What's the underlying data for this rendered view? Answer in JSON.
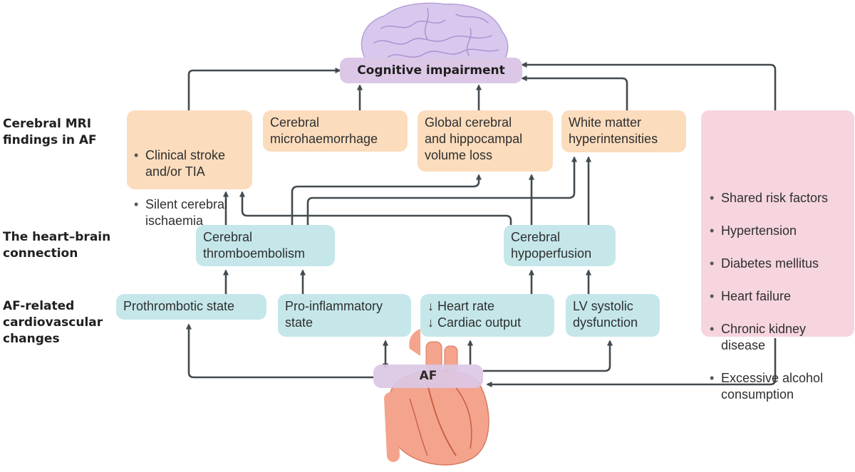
{
  "row_labels": {
    "mri": "Cerebral MRI\nfindings in AF",
    "heart_brain": "The heart–brain\nconnection",
    "af_changes": "AF-related\ncardiovascular\nchanges"
  },
  "top_node": "Cognitive impairment",
  "af_node": "AF",
  "mri_findings": {
    "stroke_items": [
      "Clinical stroke\nand/or TIA",
      "Silent cerebral\nischaemia"
    ],
    "microhaemorrhage": "Cerebral\nmicrohaemorrhage",
    "volume_loss": "Global cerebral\nand hippocampal\nvolume loss",
    "white_matter": "White matter\nhyperintensities"
  },
  "connection": {
    "thromboembolism": "Cerebral\nthromboembolism",
    "hypoperfusion": "Cerebral\nhypoperfusion"
  },
  "cv_changes": {
    "prothrombotic": "Prothrombotic state",
    "proinflammatory": "Pro-inflammatory\nstate",
    "heart_rate": "↓ Heart rate\n↓ Cardiac output",
    "lv_dysfunction": "LV systolic\ndysfunction"
  },
  "risk_factors": [
    "Shared risk factors",
    "Hypertension",
    "Diabetes mellitus",
    "Heart failure",
    "Chronic kidney\ndisease",
    "Excessive alcohol\nconsumption"
  ],
  "colors": {
    "peach": "#fbdcbd",
    "cyan": "#c5e7ea",
    "pink": "#f6d5df",
    "purple": "#dcc8e6",
    "arrow": "#434a4f",
    "brain": "#d9c8ee",
    "heart": "#f4a48c"
  },
  "illustrations": [
    "brain-illustration",
    "heart-illustration"
  ]
}
